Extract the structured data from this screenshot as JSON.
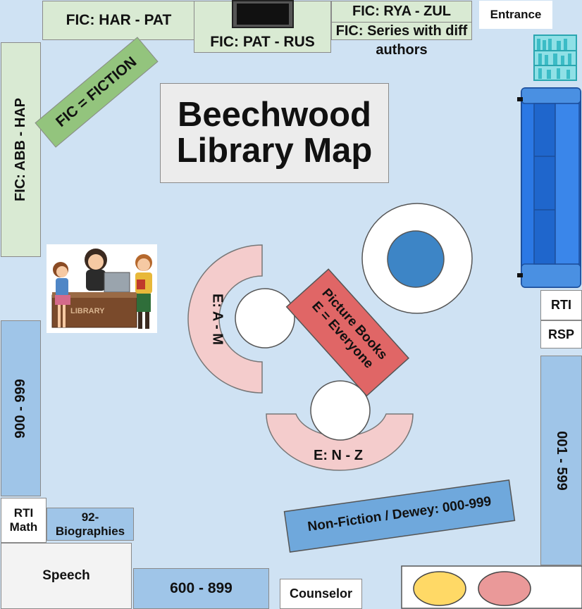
{
  "title": {
    "line1": "Beechwood",
    "line2": "Library Map"
  },
  "shelves": {
    "fic_har_pat": "FIC: HAR - PAT",
    "fic_pat_rus": "FIC:  PAT - RUS",
    "fic_rya_zul": "FIC:  RYA - ZUL",
    "fic_series_line1": "FIC:  Series with diff",
    "fic_series_line2": "authors",
    "fic_abb_hap": "FIC: ABB  -  HAP",
    "fic_fiction": "FIC = FICTION",
    "entrance": "Entrance",
    "rti": "RTI",
    "rsp": "RSP",
    "dewey_001_599": "001 - 599",
    "dewey_900_999": "900 - 999",
    "rti_math_line1": "RTI",
    "rti_math_line2": "Math",
    "biographies": "92- Biographies",
    "speech": "Speech",
    "dewey_600_899": "600 - 899",
    "counselor": "Counselor",
    "nonfiction": "Non-Fiction / Dewey:  000-999"
  },
  "picture_books": {
    "e_a_m": "E: A - M",
    "e_n_z": "E:  N - Z",
    "line1": "Picture Books",
    "line2": "E = Everyone"
  },
  "illustration": {
    "desk_label": "LIBRARY"
  },
  "colors": {
    "background": "#cfe2f3",
    "fiction_green": "#d9ead3",
    "fiction_tag_green": "#93c47d",
    "dewey_blue": "#9fc5e8",
    "nonfiction_blue": "#6fa8dc",
    "picture_pink": "#f4cccc",
    "picture_red": "#e06666",
    "table_blue": "#3d85c6",
    "couch_blue": "#2b78e4",
    "oval_yellow": "#ffd966",
    "oval_pink": "#ea9999"
  },
  "icons": [
    "tv-icon",
    "bookshelf-icon",
    "couch-icon",
    "librarian-illustration"
  ]
}
